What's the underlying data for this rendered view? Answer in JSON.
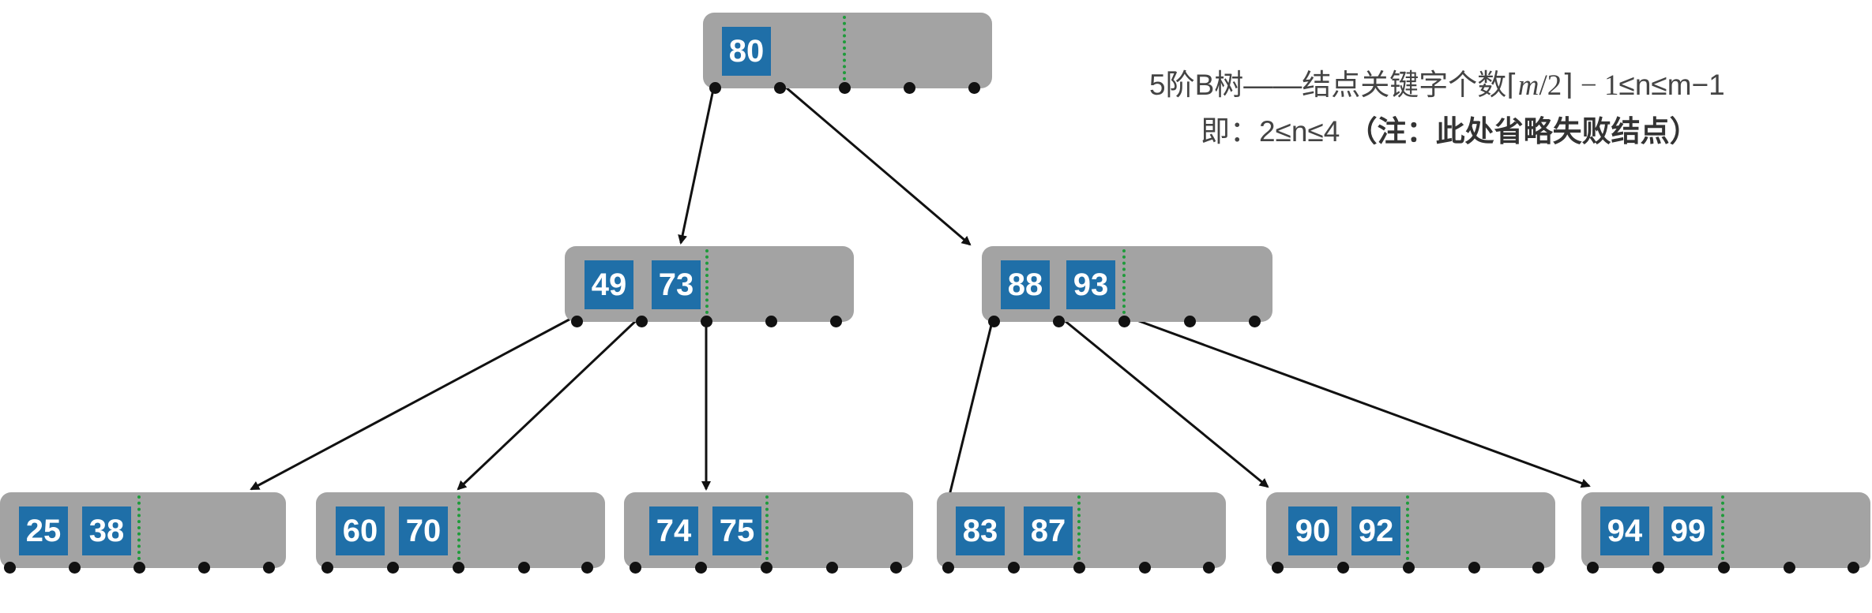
{
  "annotation": {
    "line1": {
      "prefix": "5阶B树——结点关键字个数",
      "ceil_open": "⌈",
      "m_var": "m",
      "slash2": "/2",
      "ceil_close": "⌉",
      "minus1": " − 1",
      "suffix": "≤n≤m−1"
    },
    "line2": {
      "lead": "即：2≤n≤4 ",
      "bold": "（注：此处省略失败结点）"
    }
  },
  "colors": {
    "node_fill": "#a3a3a3",
    "key_fill": "#1f6fa8",
    "key_text": "#ffffff",
    "separator": "#1e9b3a",
    "pointer": "#111111",
    "edge": "#111111"
  },
  "tree": {
    "root": {
      "keys": [
        "80"
      ]
    },
    "level1": [
      {
        "keys": [
          "49",
          "73"
        ]
      },
      {
        "keys": [
          "88",
          "93"
        ]
      }
    ],
    "level2": [
      {
        "keys": [
          "25",
          "38"
        ]
      },
      {
        "keys": [
          "60",
          "70"
        ]
      },
      {
        "keys": [
          "74",
          "75"
        ]
      },
      {
        "keys": [
          "83",
          "87"
        ]
      },
      {
        "keys": [
          "90",
          "92"
        ]
      },
      {
        "keys": [
          "94",
          "99"
        ]
      }
    ]
  }
}
